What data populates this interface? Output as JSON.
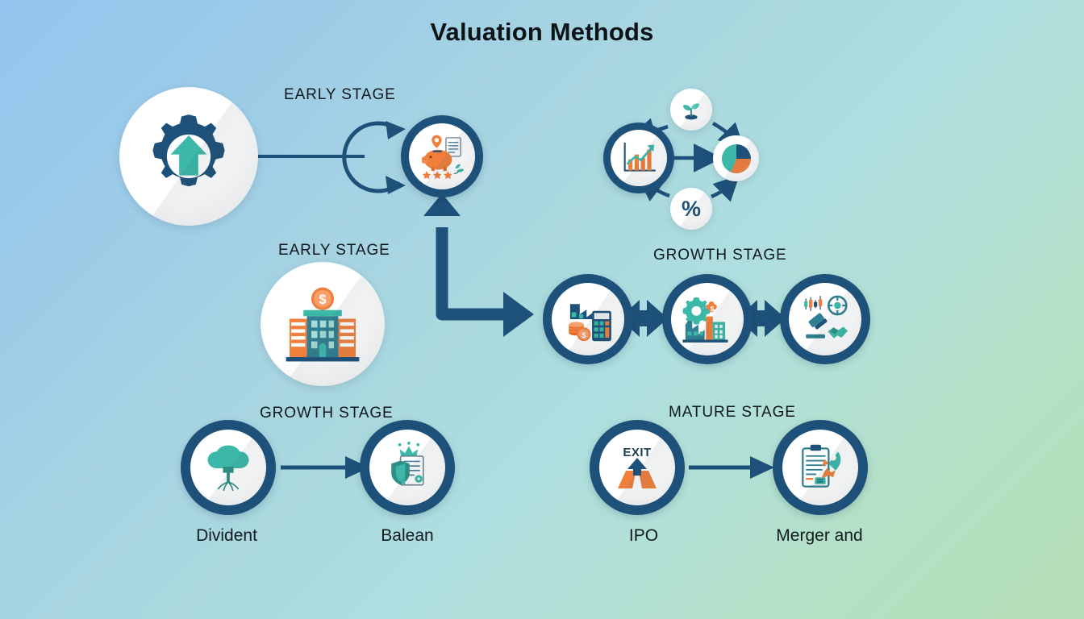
{
  "page": {
    "title": "Valuation Methods",
    "background": {
      "from": "#93c5ef",
      "mid": "#aedee0",
      "to": "#b6e0b6"
    },
    "palette": {
      "navy": "#1d5179",
      "navy_dark": "#1b4a6e",
      "teal": "#3bb8a8",
      "teal_dark": "#2e8f86",
      "orange": "#ef7f3b",
      "orange_dark": "#e0692a",
      "white": "#ffffff",
      "text": "#10181c"
    }
  },
  "stages": [
    {
      "id": "early-top",
      "label": "EARLY STAGE"
    },
    {
      "id": "early-mid",
      "label": "EARLY STAGE"
    },
    {
      "id": "growth-mid",
      "label": "GROWTH STAGE"
    },
    {
      "id": "growth-bottom",
      "label": "GROWTH STAGE"
    },
    {
      "id": "mature-bottom",
      "label": "MATURE STAGE"
    }
  ],
  "nodes": {
    "gear_up": {
      "icon": "gear-up-arrow-icon",
      "label": ""
    },
    "piggy_bank": {
      "icon": "piggy-bank-icon",
      "label": ""
    },
    "bank_building": {
      "icon": "bank-building-dollar-icon",
      "label": ""
    },
    "growth_chart": {
      "icon": "bar-chart-growth-icon",
      "label": ""
    },
    "sprout": {
      "icon": "sprout-seedling-icon",
      "label": ""
    },
    "pie_chart": {
      "icon": "pie-chart-icon",
      "label": ""
    },
    "percent": {
      "icon": "percent-icon",
      "label": "%"
    },
    "factory_calc": {
      "icon": "factory-coins-calculator-icon",
      "label": ""
    },
    "factory_gear": {
      "icon": "factory-gear-icon",
      "label": ""
    },
    "gavel_handshake": {
      "icon": "gavel-handshake-candlestick-icon",
      "label": ""
    },
    "tree": {
      "icon": "tree-icon",
      "label": "Divident"
    },
    "shield_crown": {
      "icon": "shield-crown-document-icon",
      "label": "Balean"
    },
    "exit_ramp": {
      "icon": "exit-ramp-arrow-icon",
      "label": "IPO",
      "badge": "EXIT"
    },
    "clipboard_rocket": {
      "icon": "clipboard-rocket-icon",
      "label": "Merger and"
    }
  },
  "connectors": [
    {
      "id": "gear-to-piggy",
      "type": "line-with-loop"
    },
    {
      "id": "piggy-feed-up",
      "type": "arrow-up"
    },
    {
      "id": "elbow-to-growth",
      "type": "elbow-arrow"
    },
    {
      "id": "growth-1-2",
      "type": "chevron-arrow"
    },
    {
      "id": "growth-2-3",
      "type": "chevron-arrow"
    },
    {
      "id": "cycle-chart-sprout",
      "type": "curved-arrow"
    },
    {
      "id": "cycle-sprout-pie",
      "type": "curved-arrow"
    },
    {
      "id": "cycle-chart-pie",
      "type": "straight-arrow"
    },
    {
      "id": "cycle-percent-pie",
      "type": "curved-arrow"
    },
    {
      "id": "cycle-percent-chart",
      "type": "curved-arrow"
    },
    {
      "id": "tree-to-shield",
      "type": "straight-arrow"
    },
    {
      "id": "exit-to-rocket",
      "type": "straight-arrow"
    }
  ]
}
